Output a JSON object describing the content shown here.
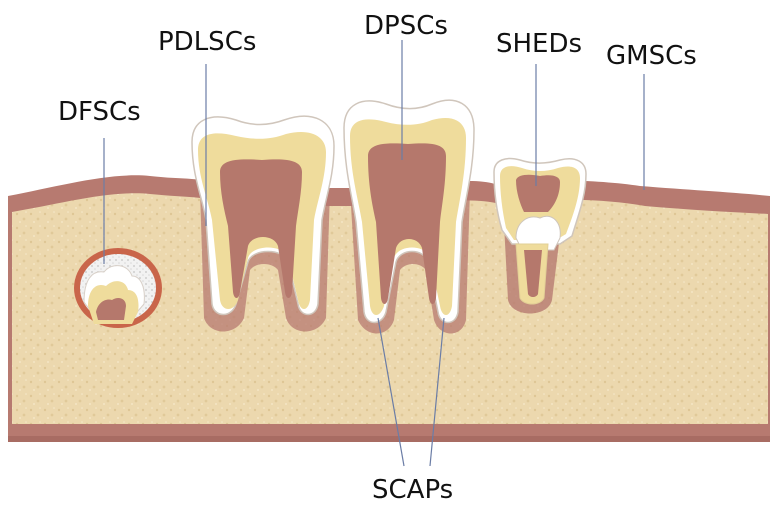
{
  "labels": {
    "dfscs": "DFSCs",
    "pdlscs": "PDLSCs",
    "dpscs": "DPSCs",
    "sheds": "SHEDs",
    "gmscs": "GMSCs",
    "scaps": "SCAPs"
  },
  "colors": {
    "gum": "#b77a70",
    "gum_dark": "#9a5d55",
    "bone": "#ecd8ae",
    "bone_speck": "#d9bf8a",
    "dentin": "#efdc9c",
    "pulp": "#b5786c",
    "enamel": "#ffffff",
    "enamel_edge": "#d8d0c8",
    "leader": "#6b7da6",
    "follicle": "#c9654a"
  }
}
